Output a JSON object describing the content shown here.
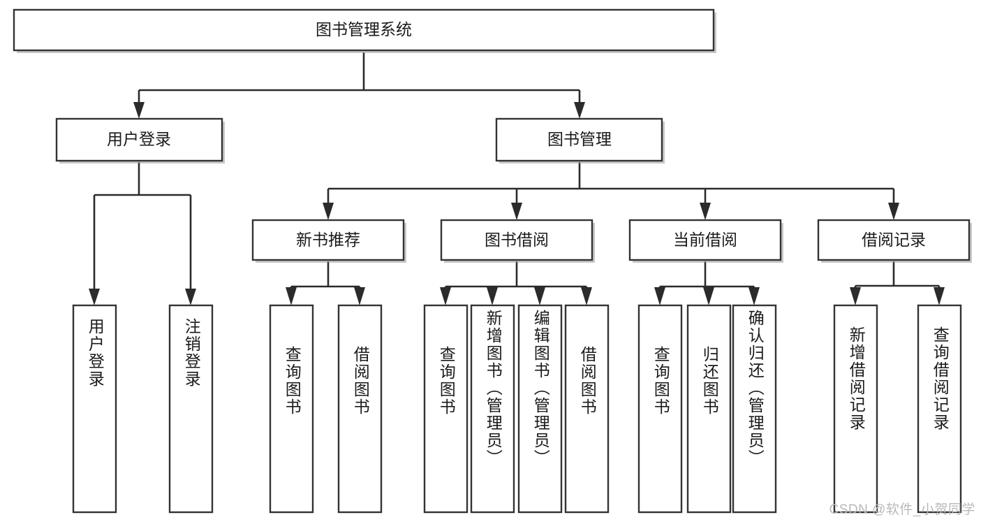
{
  "diagram": {
    "type": "hierarchy-tree",
    "title": "图书管理系统",
    "orientation": "top-down",
    "watermark": "CSDN @软件_小贺同学",
    "colors": {
      "box_fill": "#ffffff",
      "box_stroke": "#333333",
      "connector": "#2b2b2b",
      "watermark": "#b9b9b9"
    },
    "levels": {
      "root": {
        "label": "图书管理系统"
      },
      "level2": [
        {
          "label": "用户登录"
        },
        {
          "label": "图书管理"
        }
      ],
      "level3": [
        {
          "label": "新书推荐"
        },
        {
          "label": "图书借阅"
        },
        {
          "label": "当前借阅"
        },
        {
          "label": "借阅记录"
        }
      ],
      "leaves": {
        "user_login": [
          {
            "label": "用户登录"
          },
          {
            "label": "注销登录"
          }
        ],
        "new_book_recommend": [
          {
            "label": "查询图书"
          },
          {
            "label": "借阅图书"
          }
        ],
        "book_borrow": [
          {
            "label": "查询图书"
          },
          {
            "label": "新增图书（管理员）"
          },
          {
            "label": "编辑图书（管理员）"
          },
          {
            "label": "借阅图书"
          }
        ],
        "current_borrow": [
          {
            "label": "查询图书"
          },
          {
            "label": "归还图书"
          },
          {
            "label": "确认归还（管理员）"
          }
        ],
        "borrow_record": [
          {
            "label": "新增借阅记录"
          },
          {
            "label": "查询借阅记录"
          }
        ]
      }
    }
  }
}
